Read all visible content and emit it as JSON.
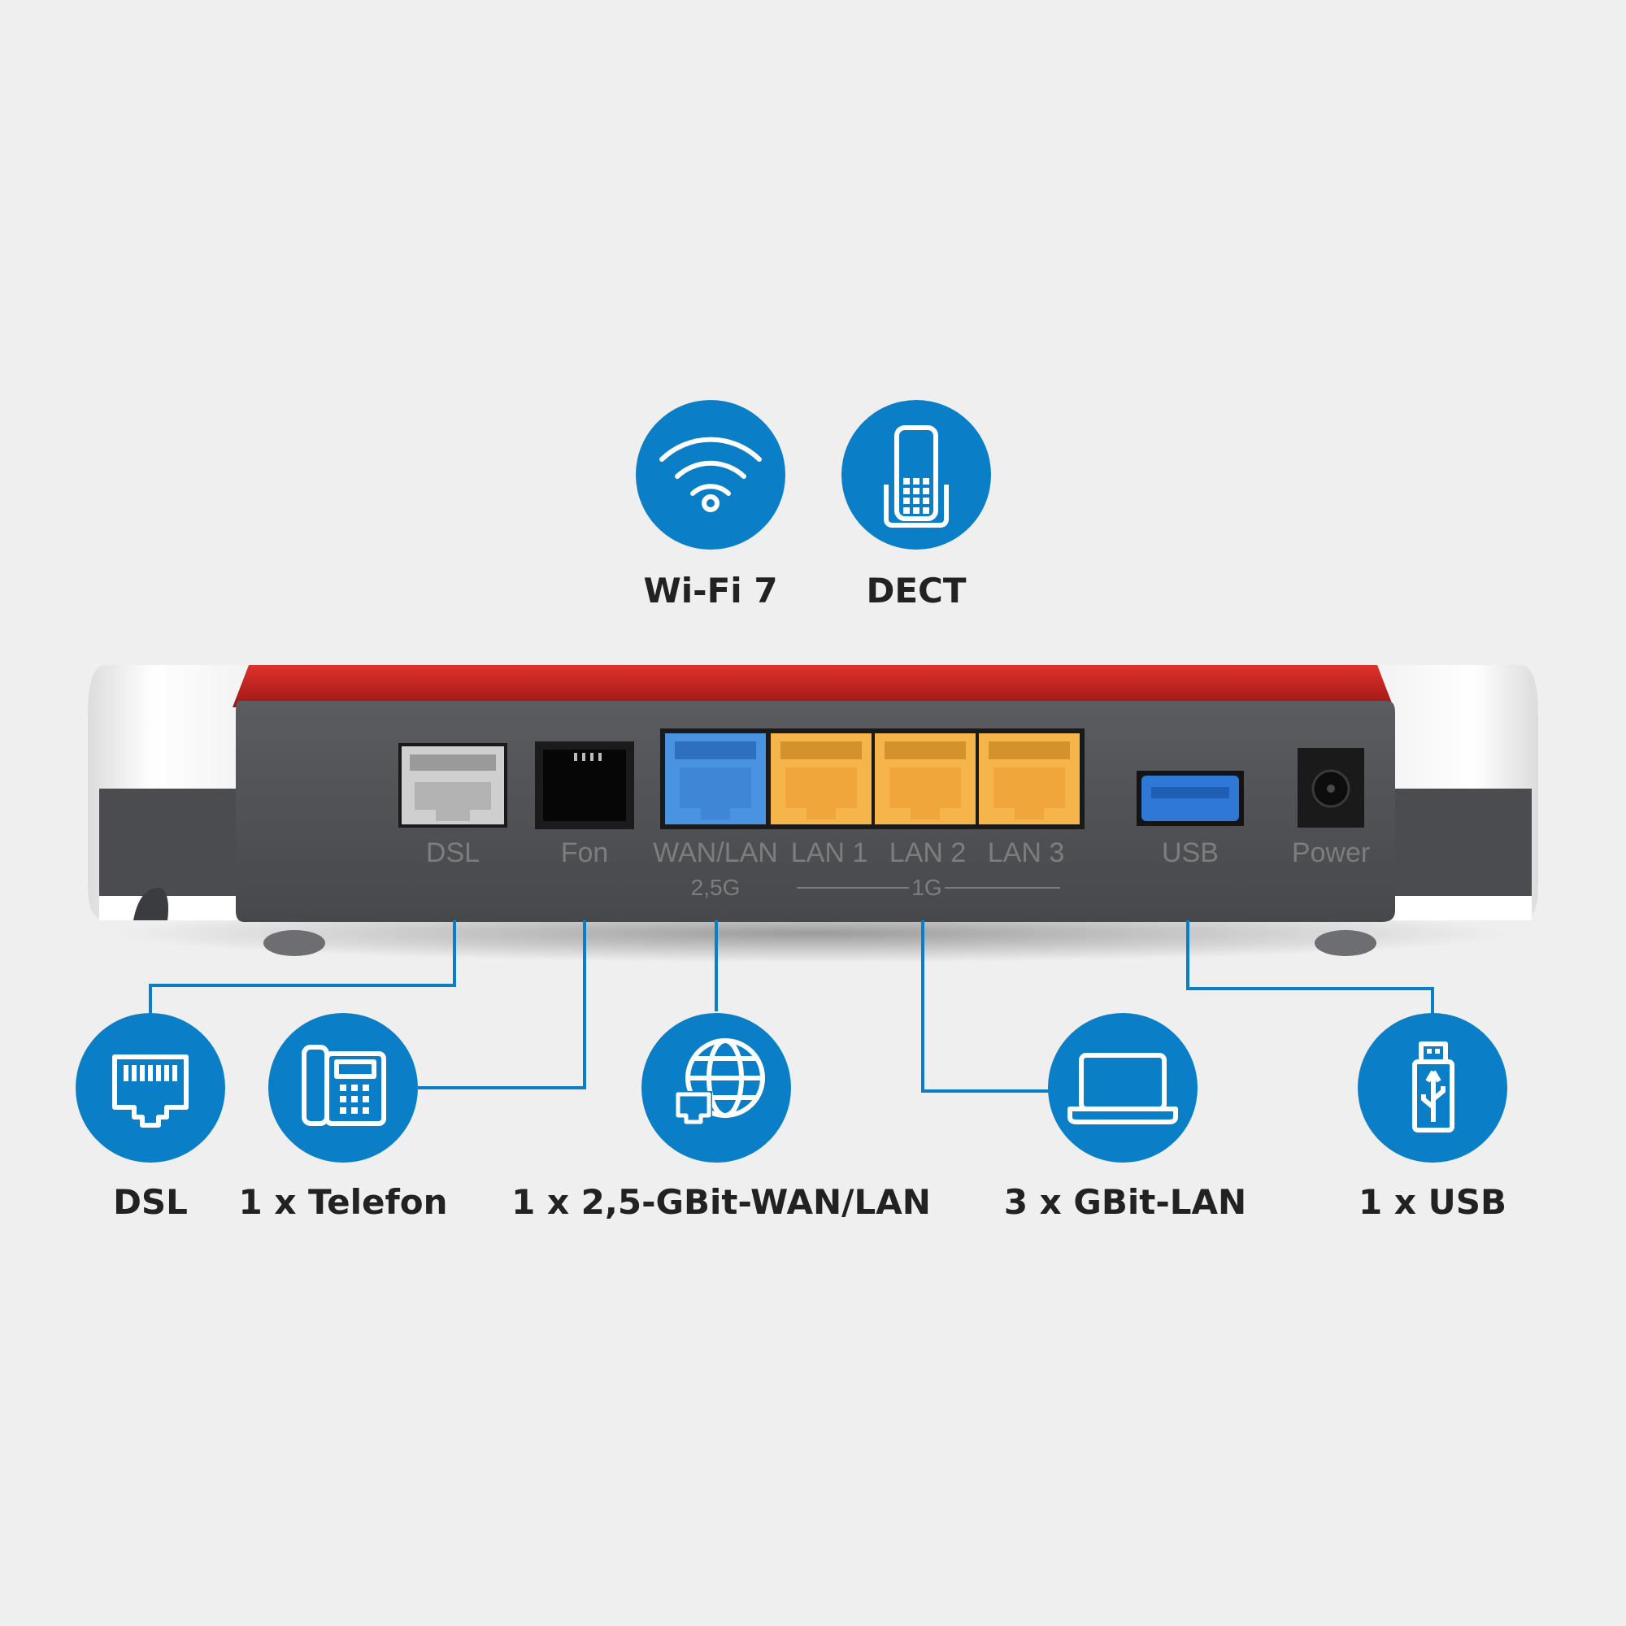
{
  "top_features": [
    {
      "label": "Wi-Fi 7",
      "icon": "wifi-icon"
    },
    {
      "label": "DECT",
      "icon": "dect-handset-icon"
    }
  ],
  "bottom_features": [
    {
      "label": "DSL",
      "icon": "dsl-port-icon"
    },
    {
      "label": "1 x Telefon",
      "icon": "desk-phone-icon"
    },
    {
      "label": "1 x 2,5-GBit-WAN/LAN",
      "icon": "globe-network-icon"
    },
    {
      "label": "3 x GBit-LAN",
      "icon": "laptop-icon"
    },
    {
      "label": "1 x USB",
      "icon": "usb-stick-icon"
    }
  ],
  "router": {
    "port_labels": {
      "dsl": "DSL",
      "fon": "Fon",
      "wan": "WAN/LAN",
      "lan1": "LAN 1",
      "lan2": "LAN 2",
      "lan3": "LAN 3",
      "usb": "USB",
      "power": "Power"
    },
    "speed_labels": {
      "wan": "2,5G",
      "lan": "1G"
    }
  },
  "colors": {
    "background": "#efefef",
    "accent_blue": "#0a7fc7",
    "router_red": "#c0201c",
    "router_gray": "#505255",
    "wan_port_blue": "#4a93e0",
    "lan_port_yellow": "#f2b33d",
    "label_text": "#222222"
  }
}
